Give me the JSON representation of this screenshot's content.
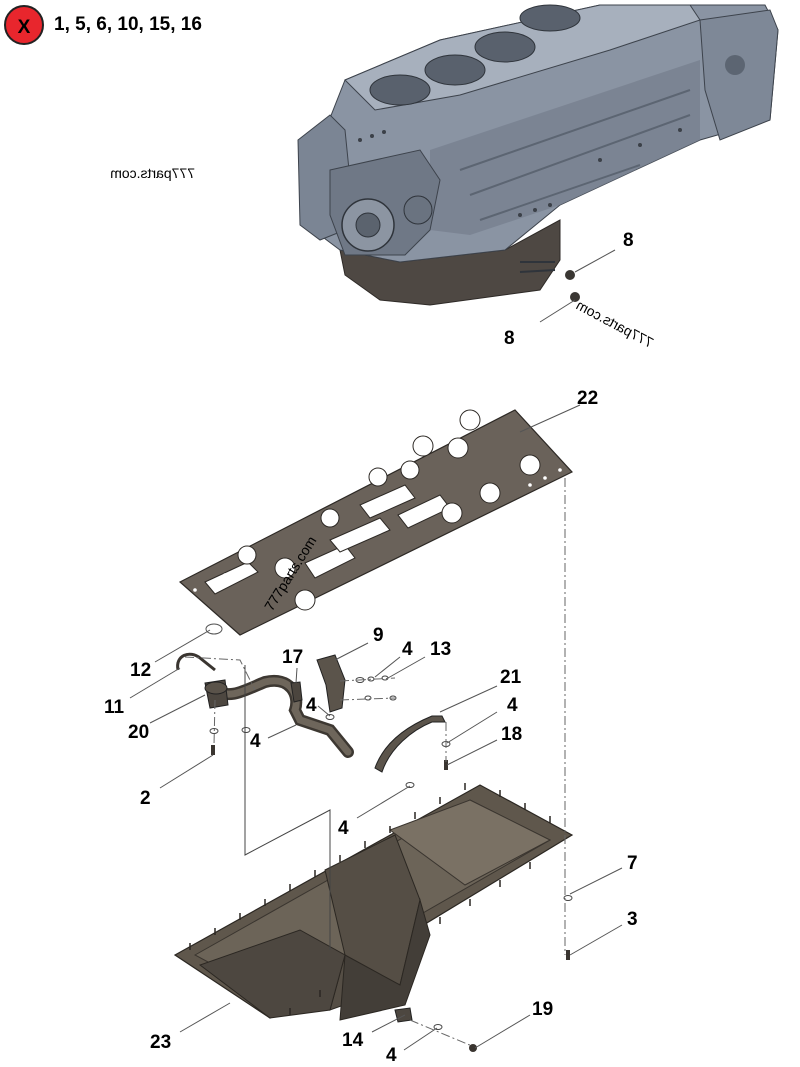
{
  "legend": {
    "badge_letter": "X",
    "excluded_items": "1, 5, 6, 10, 15, 16",
    "badge_color": "#e8262d"
  },
  "watermarks": [
    "777parts.com",
    "777parts.com",
    "777parts.com"
  ],
  "callouts": {
    "c8a": "8",
    "c8b": "8",
    "c22": "22",
    "c9": "9",
    "c4a": "4",
    "c13": "13",
    "c17": "17",
    "c12": "12",
    "c11": "11",
    "c20": "20",
    "c4b": "4",
    "c4c": "4",
    "c21": "21",
    "c4d": "4",
    "c18": "18",
    "c2": "2",
    "c4e": "4",
    "c7": "7",
    "c3": "3",
    "c19": "19",
    "c23": "23",
    "c14": "14",
    "c4f": "4"
  },
  "colors": {
    "engine_block": "#8a94a3",
    "engine_shadow": "#5c6572",
    "oil_pan": "#5f574c",
    "gasket": "#6a625a",
    "part_dark": "#4d4740"
  }
}
